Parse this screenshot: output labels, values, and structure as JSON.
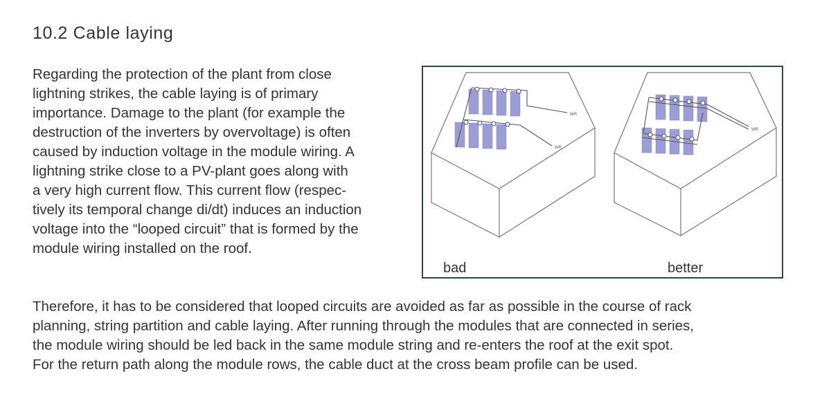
{
  "section": {
    "title": "10.2 Cable laying"
  },
  "paragraphs": {
    "intro_lines": [
      "Regarding the protection of the plant from close",
      "lightning strikes, the cable laying is of primary",
      "importance. Damage to the plant (for example the",
      "destruction of the inverters by overvoltage) is often",
      "caused by induction voltage in the module wiring. A",
      "lightning strike close to a PV-plant goes along with",
      "a very high current flow. This current flow (respec-",
      "tively its temporal change di/dt) induces an induction",
      "voltage into the “looped circuit” that is formed by the",
      "module wiring installed on the roof."
    ],
    "conclusion_lines": [
      "Therefore, it has to be considered that looped circuits are avoided as far as possible in the course of rack",
      "planning, string partition and cable laying. After running through the modules that are connected in series,",
      "the module wiring should be led back in the same module string and re-enters the roof at the exit spot.",
      "For the return path along the module rows, the cable duct at the cross beam profile can be used."
    ]
  },
  "figure": {
    "caption_bad": "bad",
    "caption_better": "better",
    "wire_label": "WR",
    "border_color": "#2c4a3a",
    "panel_color": "#9b9ed6"
  }
}
